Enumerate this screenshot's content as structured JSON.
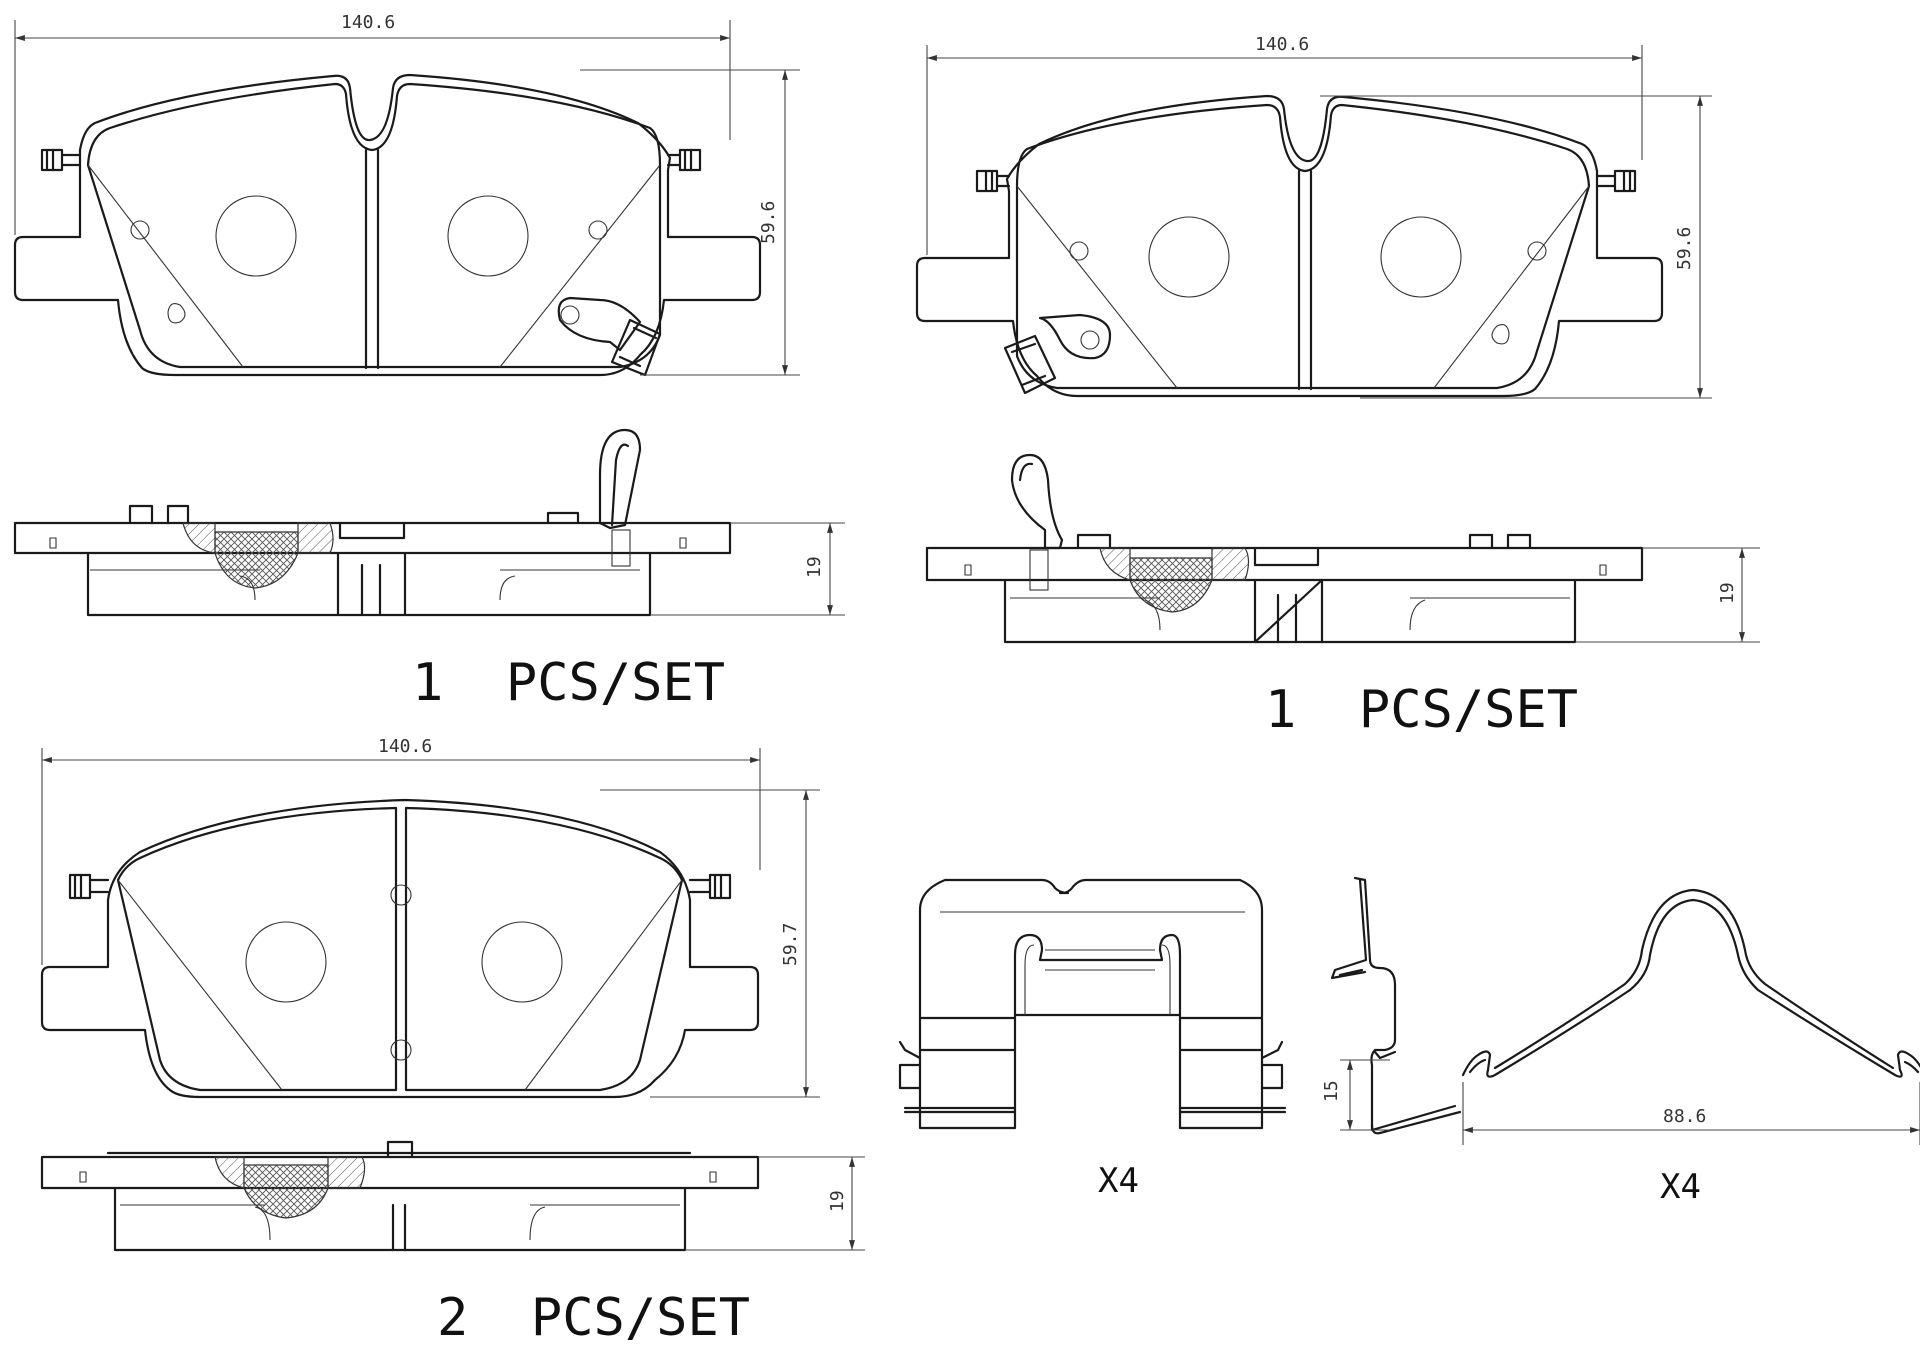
{
  "pad_a": {
    "width": "140.6",
    "height": "59.6",
    "thickness": "19",
    "qty": "1  PCS/SET"
  },
  "pad_b": {
    "width": "140.6",
    "height": "59.6",
    "thickness": "19",
    "qty": "1  PCS/SET"
  },
  "pad_c": {
    "width": "140.6",
    "height": "59.7",
    "thickness": "19",
    "qty": "2  PCS/SET"
  },
  "clip": {
    "qty": "X4"
  },
  "spring": {
    "height": "15"
  },
  "wire_spring": {
    "width": "88.6",
    "qty": "X4"
  }
}
